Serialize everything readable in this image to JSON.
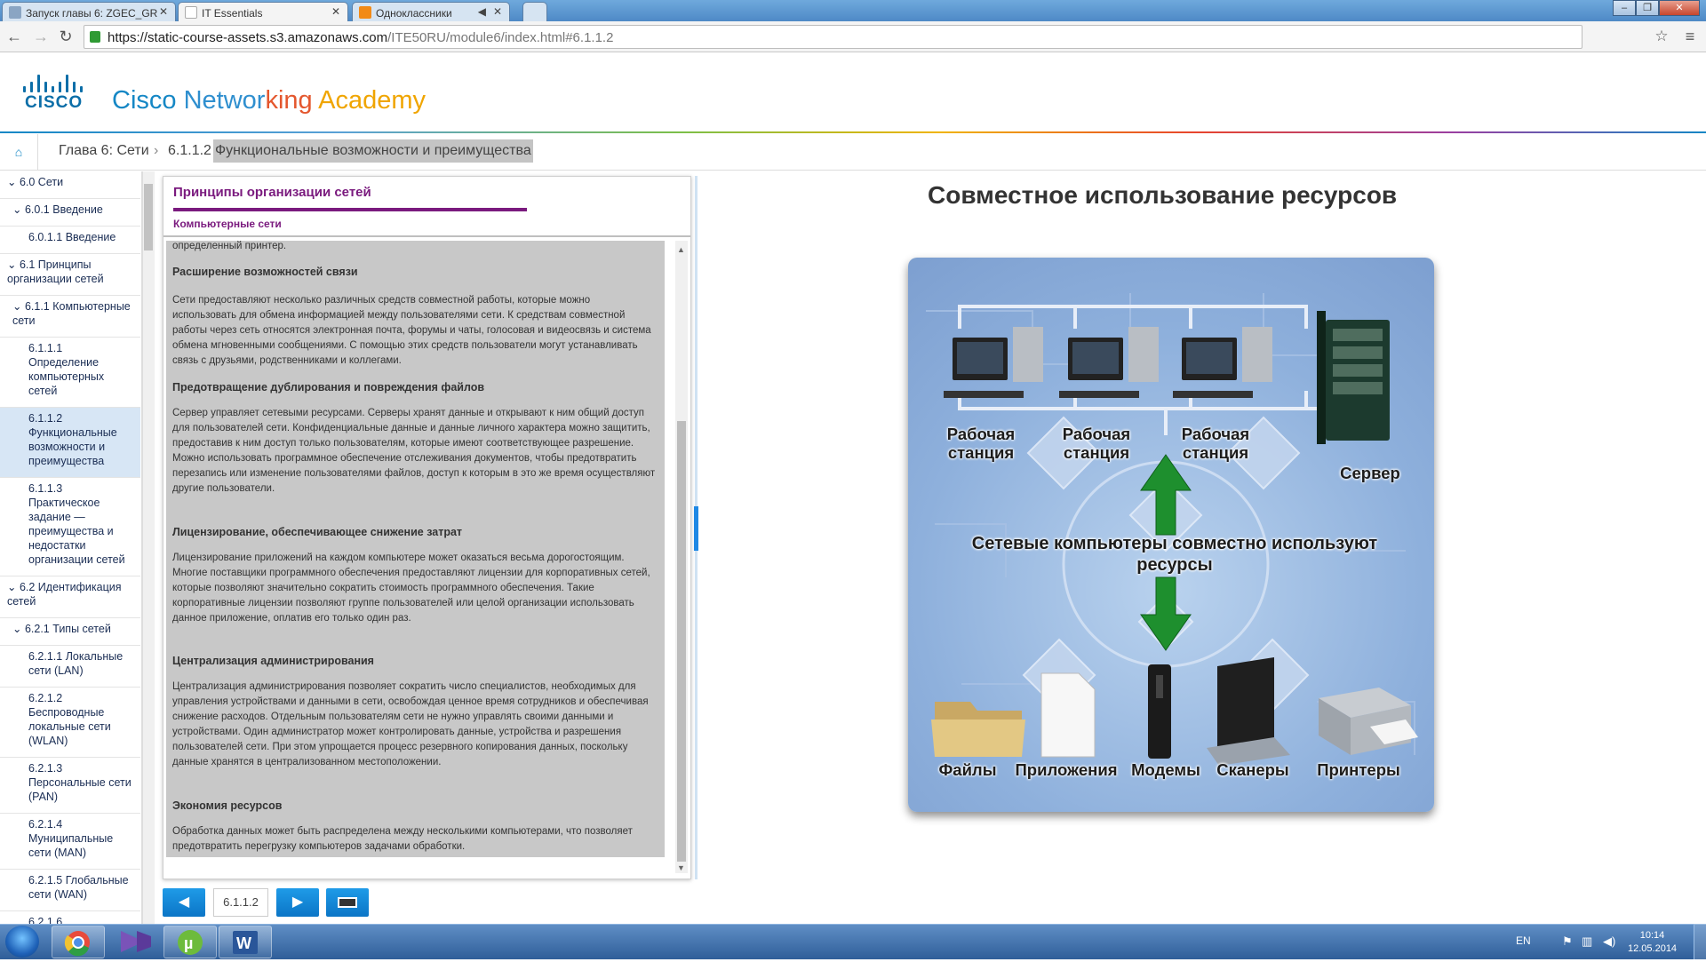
{
  "browser": {
    "tabs": [
      {
        "label": "Запуск главы 6: ZGEC_GR"
      },
      {
        "label": "IT Essentials"
      },
      {
        "label": "Одноклассники"
      }
    ],
    "url_host": "https://static-course-assets.s3.amazonaws.com",
    "url_path": "/ITE50RU/module6/index.html#6.1.1.2"
  },
  "header": {
    "brand_logo": "CISCO",
    "brand_parts": [
      "Cisco ",
      "Networ",
      "king ",
      "Academy"
    ]
  },
  "breadcrumb": {
    "chapter": "Глава 6: Сети",
    "separator": "›",
    "section_num": "6.1.1.2",
    "section_title": "Функциональные возможности и преимущества"
  },
  "sidebar": {
    "items": [
      {
        "label": "6.0 Сети"
      },
      {
        "label": "6.0.1 Введение"
      },
      {
        "label": "6.0.1.1 Введение"
      },
      {
        "label": "6.1 Принципы организации сетей"
      },
      {
        "label": "6.1.1 Компьютерные сети"
      },
      {
        "label": "6.1.1.1 Определение компьютерных сетей"
      },
      {
        "label": "6.1.1.2 Функциональные возможности и преимущества"
      },
      {
        "label": "6.1.1.3 Практическое задание — преимущества и недостатки организации сетей"
      },
      {
        "label": "6.2 Идентификация сетей"
      },
      {
        "label": "6.2.1 Типы сетей"
      },
      {
        "label": "6.2.1.1 Локальные сети (LAN)"
      },
      {
        "label": "6.2.1.2 Беспроводные локальные сети (WLAN)"
      },
      {
        "label": "6.2.1.3 Персональные сети (PAN)"
      },
      {
        "label": "6.2.1.4 Муниципальные сети (MAN)"
      },
      {
        "label": "6.2.1.5 Глобальные сети (WAN)"
      },
      {
        "label": "6.2.1.6"
      }
    ]
  },
  "content": {
    "title": "Принципы организации сетей",
    "subtitle": "Компьютерные сети",
    "fragment_top": "определенный принтер.",
    "sections": [
      {
        "heading": "Расширение возможностей связи",
        "body": "Сети предоставляют несколько различных средств совместной работы, которые можно использовать для обмена информацией между пользователями сети. К средствам совместной работы через сеть относятся электронная почта, форумы и чаты, голосовая и видеосвязь и система обмена мгновенными сообщениями. С помощью этих средств пользователи могут устанавливать связь с друзьями, родственниками и коллегами."
      },
      {
        "heading": "Предотвращение дублирования и повреждения файлов",
        "body": "Сервер управляет сетевыми ресурсами. Серверы хранят данные и открывают к ним общий доступ для пользователей сети. Конфиденциальные данные и данные личного характера можно защитить, предоставив к ним доступ только пользователям, которые имеют соответствующее разрешение. Можно использовать программное обеспечение отслеживания документов, чтобы предотвратить перезапись или изменение пользователями файлов, доступ к которым в это же время осуществляют другие пользователи."
      },
      {
        "heading": "Лицензирование, обеспечивающее снижение затрат",
        "body": "Лицензирование приложений на каждом компьютере может оказаться весьма дорогостоящим. Многие поставщики программного обеспечения предоставляют лицензии для корпоративных сетей, которые позволяют значительно сократить стоимость программного обеспечения. Такие корпоративные лицензии позволяют группе пользователей или целой организации использовать данное приложение, оплатив его только один раз."
      },
      {
        "heading": "Централизация администрирования",
        "body": "Централизация администрирования позволяет сократить число специалистов, необходимых для управления устройствами и данными в сети, освобождая ценное время сотрудников и обеспечивая снижение расходов. Отдельным пользователям сети не нужно управлять своими данными и устройствами. Один администратор может контролировать данные, устройства и разрешения пользователей сети. При этом упрощается процесс резервного копирования данных, поскольку данные хранятся в централизованном местоположении."
      },
      {
        "heading": "Экономия ресурсов",
        "body": "Обработка данных может быть распределена между несколькими компьютерами, что позволяет предотвратить перегрузку компьютеров задачами обработки."
      }
    ]
  },
  "pager": {
    "page": "6.1.1.2",
    "prev_icon": "arrow-left-icon",
    "next_icon": "arrow-right-icon",
    "menu_icon": "toc-icon"
  },
  "figure": {
    "heading": "Совместное использование ресурсов",
    "workstation_label": "Рабочая станция",
    "server_label": "Сервер",
    "center_label": "Сетевые компьютеры совместно используют ресурсы",
    "resources": [
      "Файлы",
      "Приложения",
      "Модемы",
      "Сканеры",
      "Принтеры"
    ]
  },
  "taskbar": {
    "lang": "EN",
    "time": "10:14",
    "date": "12.05.2014"
  },
  "colors": {
    "accent": "#1587c5",
    "purple": "#7a1a7e",
    "arrow_green": "#1e8f2e"
  }
}
